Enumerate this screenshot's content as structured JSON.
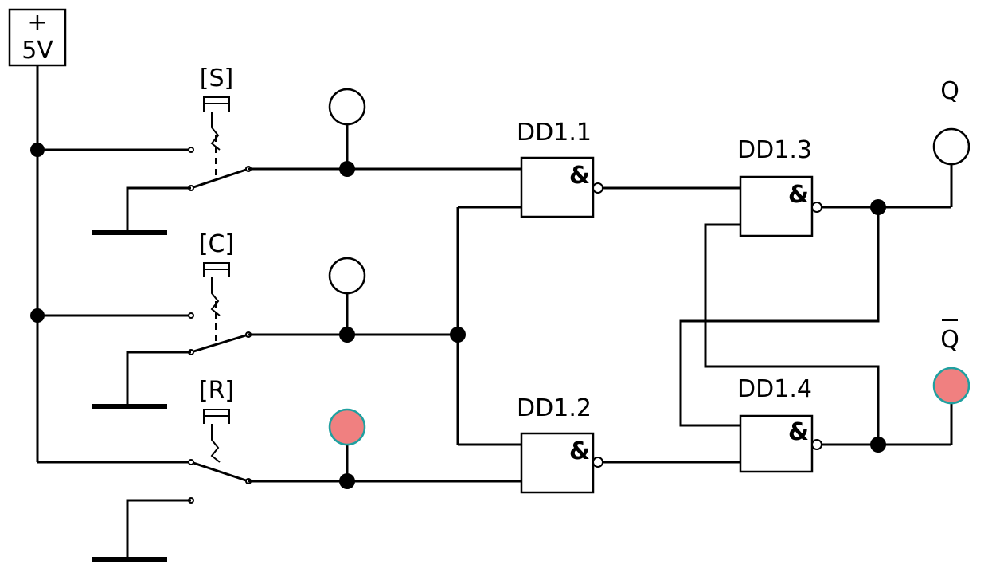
{
  "source": {
    "plus_label": "+",
    "voltage_label": "5V"
  },
  "switches": [
    {
      "key": "[S]"
    },
    {
      "key": "[C]"
    },
    {
      "key": "[R]"
    }
  ],
  "gates": [
    {
      "name": "DD1.1",
      "symbol": "&"
    },
    {
      "name": "DD1.2",
      "symbol": "&"
    },
    {
      "name": "DD1.3",
      "symbol": "&"
    },
    {
      "name": "DD1.4",
      "symbol": "&"
    }
  ],
  "outputs": {
    "q_label": "Q",
    "qbar_label": "Q"
  },
  "probes": {
    "s_input": "off",
    "c_input": "off",
    "r_input": "on",
    "q_output": "off",
    "qbar_output": "on"
  },
  "colors": {
    "probe_on": "#f08080",
    "probe_on_outline": "#20a0a0",
    "probe_off": "#ffffff",
    "wire": "#000000"
  }
}
